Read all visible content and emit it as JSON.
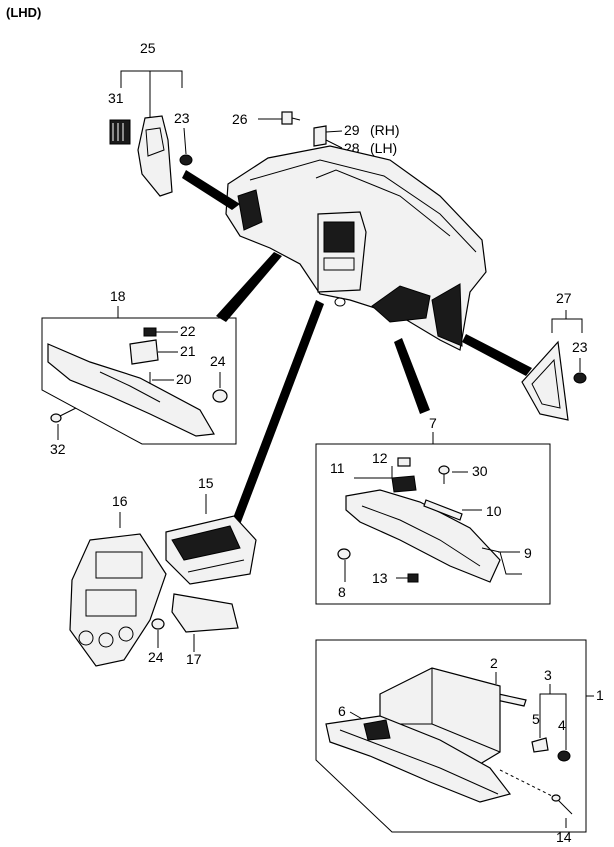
{
  "variant": "(LHD)",
  "callouts": {
    "c1": "1",
    "c2": "2",
    "c3": "3",
    "c4": "4",
    "c5": "5",
    "c6": "6",
    "c7": "7",
    "c8": "8",
    "c9": "9",
    "c10": "10",
    "c11": "11",
    "c12": "12",
    "c13": "13",
    "c14": "14",
    "c15": "15",
    "c16": "16",
    "c17": "17",
    "c18": "18",
    "c20": "20",
    "c21": "21",
    "c22": "22",
    "c23a": "23",
    "c23b": "23",
    "c24a": "24",
    "c24b": "24",
    "c25": "25",
    "c26": "26",
    "c27": "27",
    "c28": "28",
    "c29": "29",
    "c30": "30",
    "c31": "31",
    "c32": "32"
  },
  "side_tags": {
    "rh": "(RH)",
    "lh": "(LH)"
  }
}
